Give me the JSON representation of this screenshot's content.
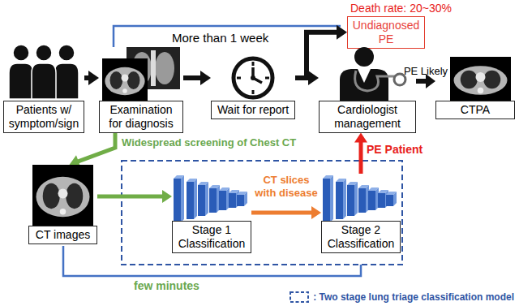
{
  "diagram": {
    "nodes": [
      {
        "text": [
          "Patients w/ symptom/sign"
        ]
      },
      {
        "text": [
          "Examination for diagnosis"
        ]
      },
      {
        "text": [
          "Wait for report"
        ]
      },
      {
        "text": [
          "Undiagnosed PE"
        ]
      },
      {
        "text": [
          "Cardiologist management"
        ]
      },
      {
        "text": [
          "CTPA"
        ]
      },
      {
        "text": [
          "CT images"
        ]
      },
      {
        "text": [
          "Stage 1 Classification"
        ]
      },
      {
        "text": [
          "Stage 2 Classification"
        ]
      }
    ],
    "edges": [
      {
        "from": 0,
        "to": 1,
        "arrow": "to"
      },
      {
        "from": 1,
        "to": 2,
        "arrow": "to"
      },
      {
        "from": 2,
        "to": 4,
        "arrow": "to"
      },
      {
        "from": 2,
        "to": 3,
        "arrow": "to"
      },
      {
        "from": 4,
        "to": 5,
        "label": "PE Likely",
        "arrow": "to"
      },
      {
        "from": 1,
        "to": 6,
        "label": "Widespread screening of Chest CT",
        "arrow": "to"
      },
      {
        "from": 6,
        "to": 7,
        "arrow": "to"
      },
      {
        "from": 7,
        "to": 8,
        "label": "CT slices with disease",
        "arrow": "to"
      },
      {
        "from": 8,
        "to": 4,
        "label": "PE Patient",
        "arrow": "to"
      }
    ],
    "labels": [
      "Death rate: 20~30%",
      "More than 1 week",
      "few minutes"
    ],
    "legend": [
      {
        "text": ": Two stage lung triage classification model"
      }
    ]
  }
}
